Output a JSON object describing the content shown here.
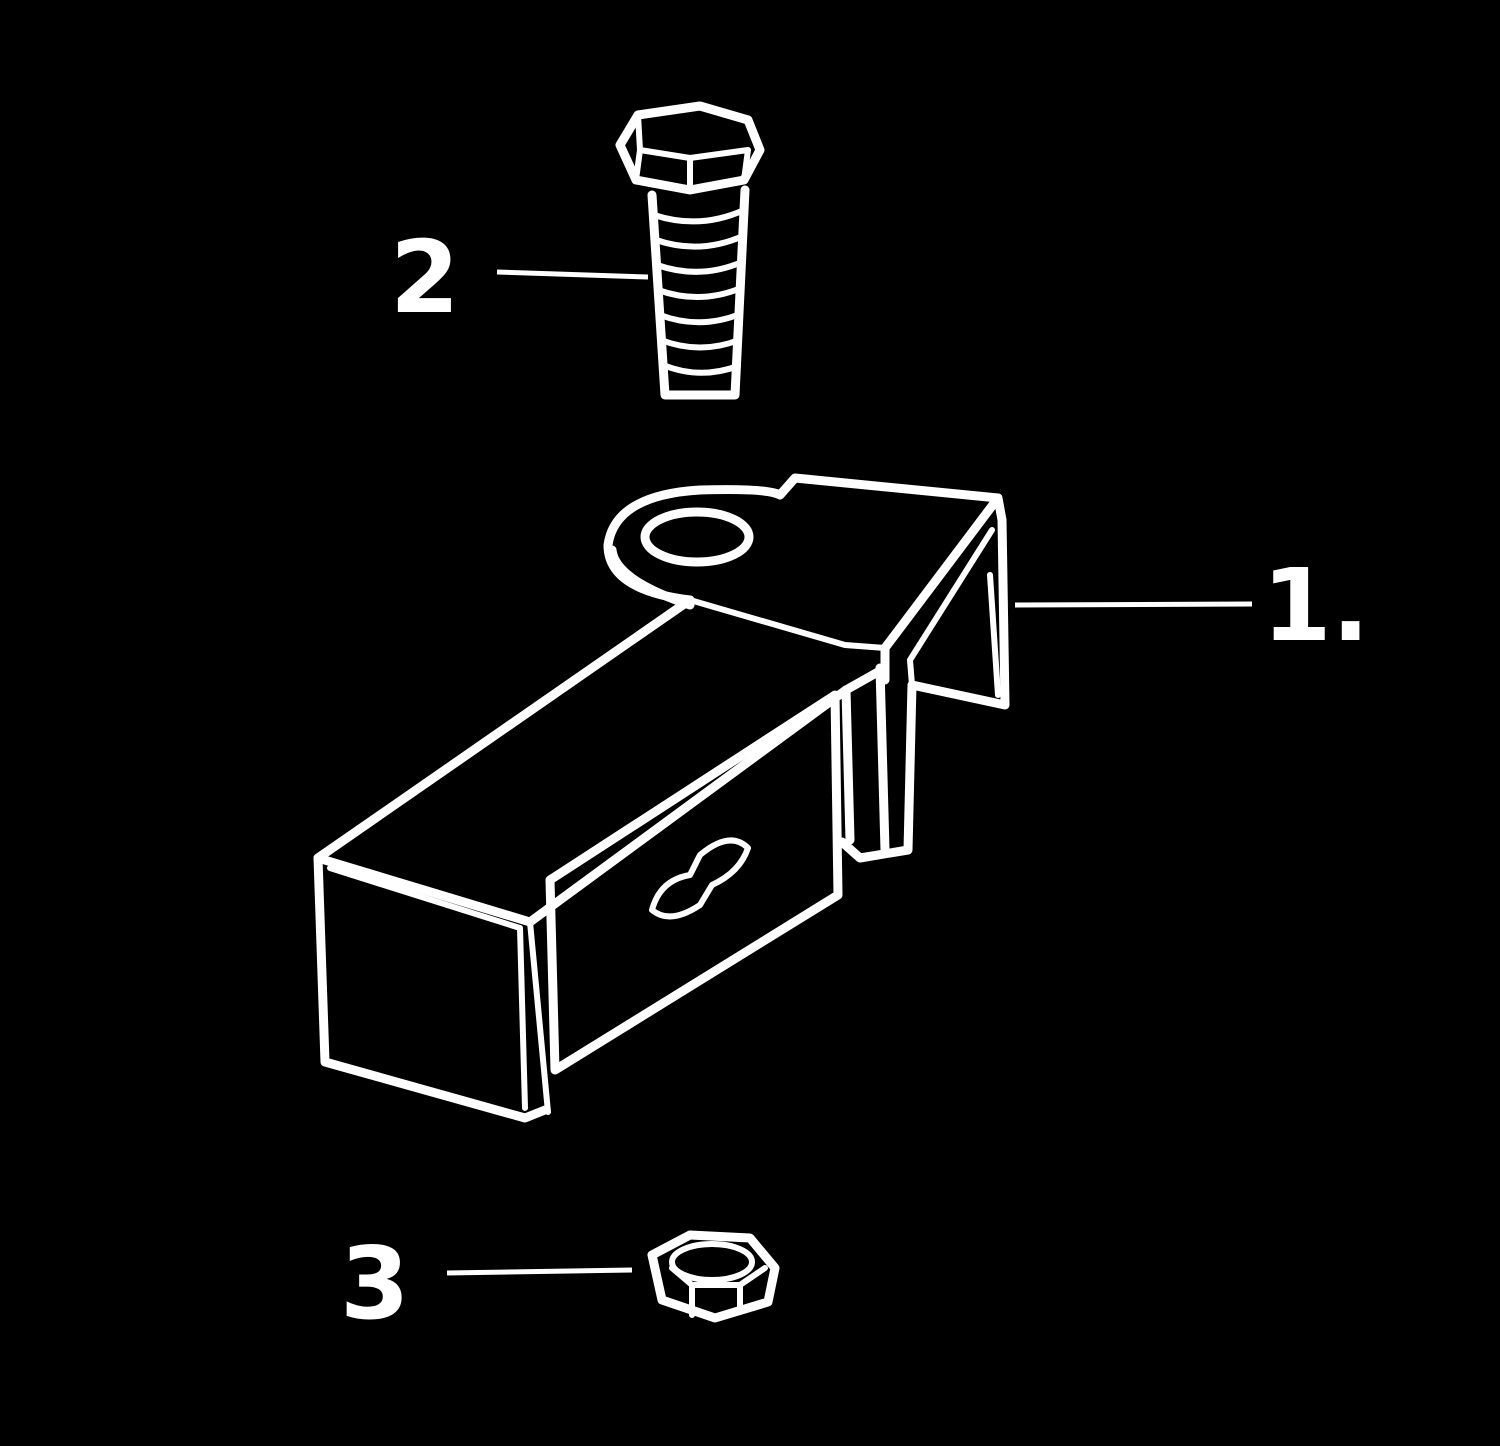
{
  "diagram": {
    "background_color": "#000000",
    "line_color": "#ffffff",
    "callouts": [
      {
        "id": "part-1",
        "label": "1.",
        "part": "bracket"
      },
      {
        "id": "part-2",
        "label": "2",
        "part": "hex-bolt"
      },
      {
        "id": "part-3",
        "label": "3",
        "part": "hex-nut"
      }
    ]
  }
}
